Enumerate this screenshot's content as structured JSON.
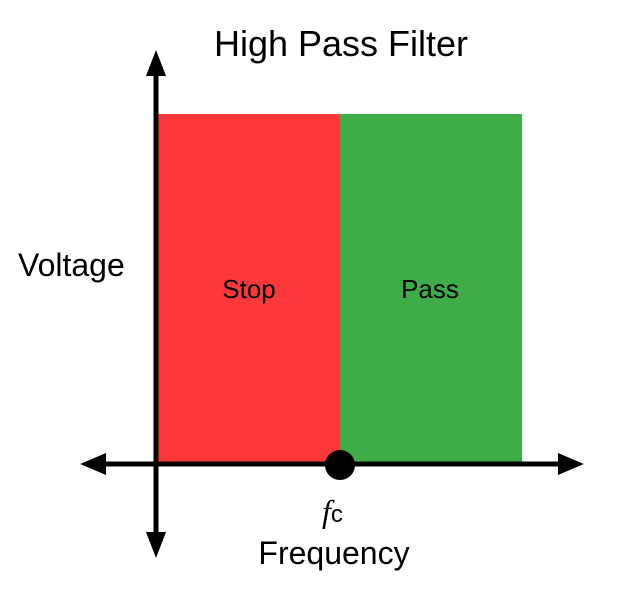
{
  "title": "High Pass Filter",
  "y_axis_label": "Voltage",
  "x_axis_label": "Frequency",
  "cutoff": {
    "symbol": "f",
    "subscript": "c"
  },
  "regions": {
    "stop": {
      "label": "Stop",
      "color": "#fc383a"
    },
    "pass": {
      "label": "Pass",
      "color": "#3ead47"
    }
  },
  "colors": {
    "axis": "#000000",
    "background": "#ffffff"
  }
}
